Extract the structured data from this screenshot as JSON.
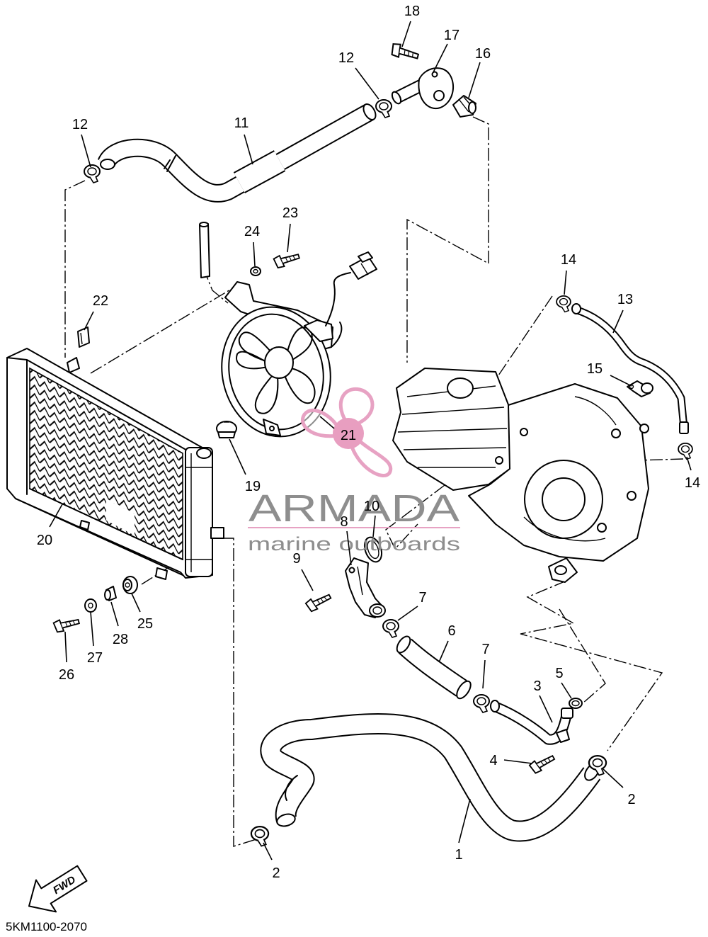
{
  "watermark": {
    "brand": "ARMADA",
    "tagline": "marine outboards",
    "logo_color": "#e7a2c3",
    "text_color": "#8e8e8e"
  },
  "diagram_code": "5KM1100-2070",
  "direction_arrow": "FWD",
  "callouts": [
    "18",
    "17",
    "16",
    "12",
    "12",
    "11",
    "23",
    "24",
    "22",
    "14",
    "13",
    "15",
    "21",
    "19",
    "14",
    "10",
    "8",
    "20",
    "9",
    "7",
    "6",
    "25",
    "28",
    "27",
    "26",
    "7",
    "3",
    "5",
    "4",
    "2",
    "1",
    "2"
  ]
}
